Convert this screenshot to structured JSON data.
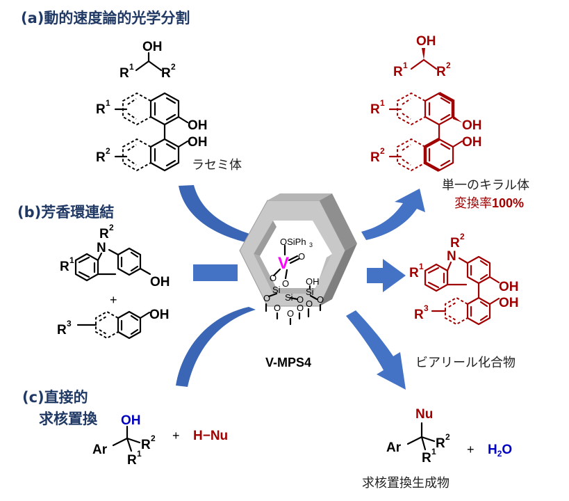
{
  "headings": {
    "a": "(a)動的速度論的光学分割",
    "b": "(b)芳香環連結",
    "c_line1": "(c)直接的",
    "c_line2": "求核置換"
  },
  "labels": {
    "racemate": "ラセミ体",
    "single_chiral": "単一のキラル体",
    "conversion_prefix": "変換率",
    "conversion_value": "100%",
    "biaryl": "ビアリール化合物",
    "substitution_product": "求核置換生成物",
    "catalyst": "V-MPS4"
  },
  "atoms": {
    "OH": "OH",
    "R": "R",
    "N": "N",
    "Ar": "Ar",
    "Nu": "Nu",
    "H_Nu": "H−Nu",
    "H2O_H": "H",
    "H2O_2": "2",
    "H2O_O": "O",
    "plus": "+",
    "sup1": "1",
    "sup2": "2",
    "sup3": "3"
  },
  "catalyst_site": {
    "metal": "V",
    "oxo": "O",
    "siloxy": "OSiPh",
    "siloxy_sub": "3",
    "Si": "Si",
    "O": "O",
    "OH": "OH"
  },
  "colors": {
    "heading": "#1f3864",
    "product": "#a00000",
    "arrow": "#4472c4",
    "vanadium": "#ff00ff",
    "hydroxyl_blue": "#0000c0",
    "frame_light": "#bfbfbf",
    "frame_mid": "#a6a6a6",
    "frame_dark": "#8c8c8c"
  }
}
